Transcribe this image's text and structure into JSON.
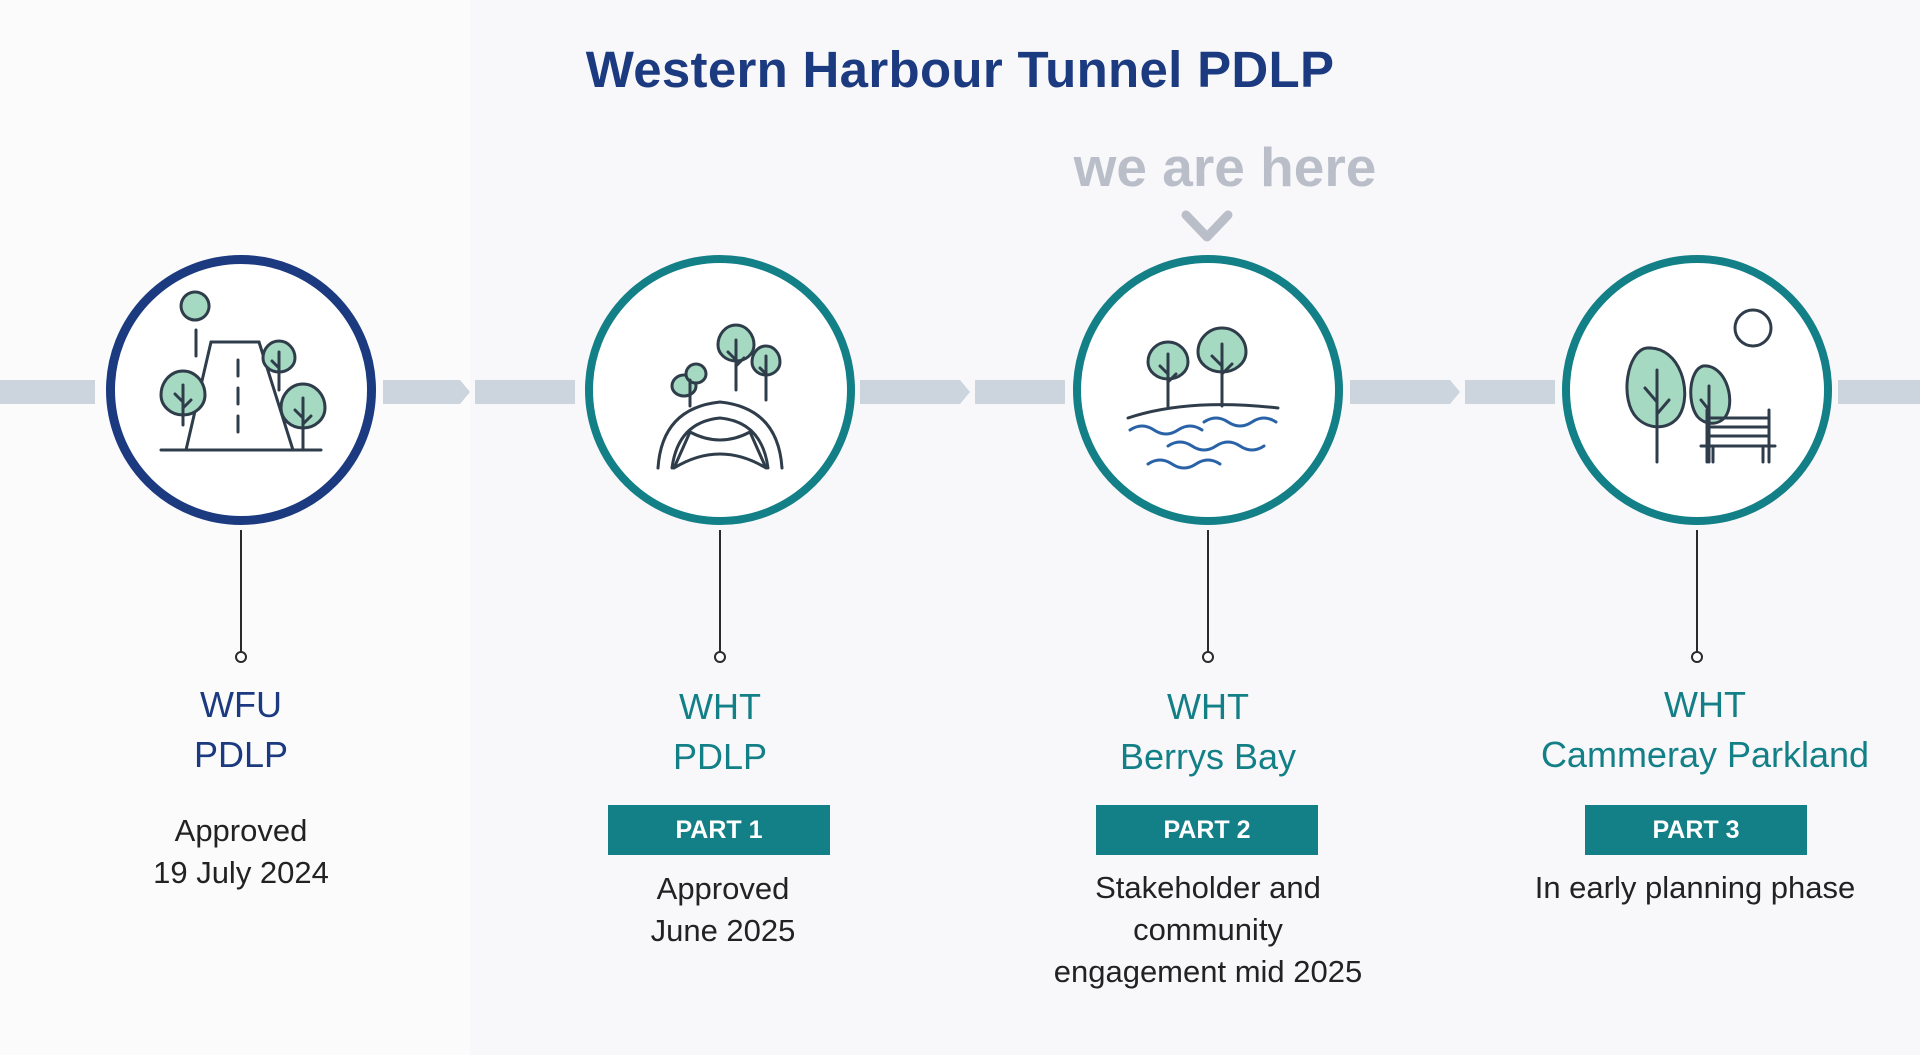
{
  "title": "Western Harbour Tunnel PDLP",
  "marker": {
    "label": "we are here",
    "stage_index": 2
  },
  "colors": {
    "navy": "#1c3a80",
    "teal": "#137f86",
    "track": "#ccd4de",
    "marker_gray": "#b9bec9",
    "foliage": "#a6d9c2",
    "line": "#3a4a5a",
    "water": "#2a62a8"
  },
  "stages": [
    {
      "line1": "WFU",
      "line2": "PDLP",
      "part": "",
      "status": [
        "Approved",
        "19 July 2024"
      ],
      "icon": "road-with-trees-icon",
      "color": "navy"
    },
    {
      "line1": "WHT",
      "line2": "PDLP",
      "part": "PART 1",
      "status": [
        "Approved",
        "June 2025"
      ],
      "icon": "bridge-with-trees-icon",
      "color": "teal"
    },
    {
      "line1": "WHT",
      "line2": "Berrys Bay",
      "part": "PART 2",
      "status": [
        "Stakeholder and",
        "community",
        "engagement mid 2025"
      ],
      "icon": "trees-by-water-icon",
      "color": "teal"
    },
    {
      "line1": "WHT",
      "line2": "Cammeray Parkland",
      "part": "PART 3",
      "status": [
        "In early planning phase"
      ],
      "icon": "park-bench-trees-icon",
      "color": "teal"
    }
  ]
}
